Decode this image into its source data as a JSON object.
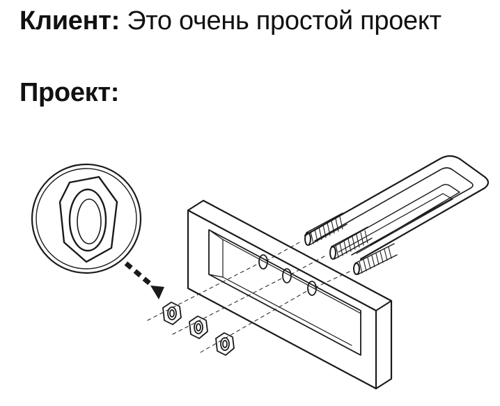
{
  "client_line": {
    "label": "Клиент:",
    "text": " Это очень простой проект"
  },
  "project_line": {
    "label": "Проект:"
  },
  "illustration": {
    "icon": "bracket-assembly-diagram-icon"
  }
}
